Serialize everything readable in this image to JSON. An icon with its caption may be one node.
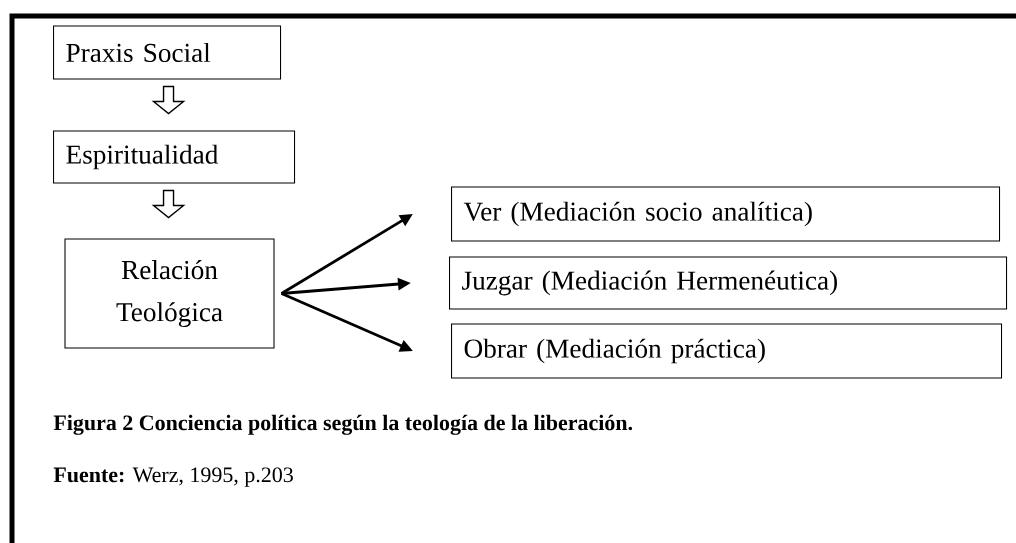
{
  "diagram": {
    "caption": "Figura 2 Conciencia política según la teología de la liberación.",
    "nodes": [
      {
        "text": [
          "Praxis Social"
        ]
      },
      {
        "text": [
          "Espiritualidad"
        ]
      },
      {
        "text": [
          "Relación Teológica"
        ]
      },
      {
        "text": [
          "Ver (Mediación socio analítica)"
        ]
      },
      {
        "text": [
          "Juzgar (Mediación Hermenéutica)"
        ]
      },
      {
        "text": [
          "Obrar (Mediación práctica)"
        ]
      }
    ],
    "edges": [
      {
        "from": 0,
        "to": 1,
        "arrow": "to"
      },
      {
        "from": 1,
        "to": 2,
        "arrow": "to"
      },
      {
        "from": 2,
        "to": 3,
        "arrow": "to"
      },
      {
        "from": 2,
        "to": 4,
        "arrow": "to"
      },
      {
        "from": 2,
        "to": 5,
        "arrow": "to"
      }
    ],
    "labels": [
      "**Fuente:** Werz, 1995, p.203"
    ]
  }
}
